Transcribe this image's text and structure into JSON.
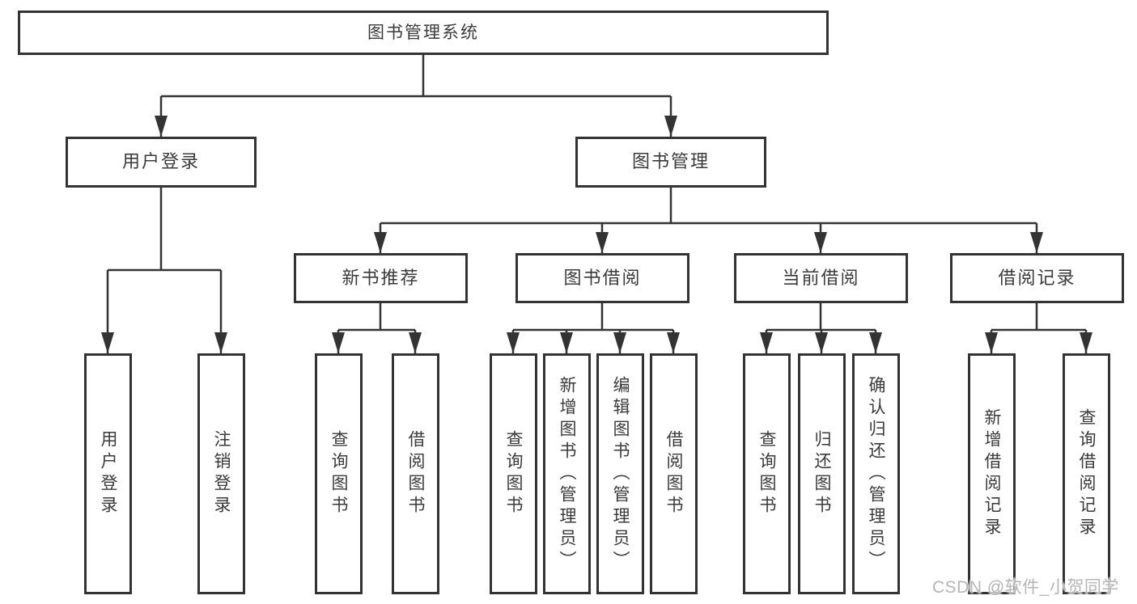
{
  "nodes": {
    "root": "图书管理系统",
    "level2": [
      "用户登录",
      "图书管理"
    ],
    "level3": [
      "新书推荐",
      "图书借阅",
      "当前借阅",
      "借阅记录"
    ],
    "leaves_user_login": [
      "用户登录",
      "注销登录"
    ],
    "leaves_new_books": [
      "查询图书",
      "借阅图书"
    ],
    "leaves_book_borrow": [
      "查询图书",
      "新增图书（管理员）",
      "编辑图书（管理员）",
      "借阅图书"
    ],
    "leaves_current_borrow": [
      "查询图书",
      "归还图书",
      "确认归还（管理员）"
    ],
    "leaves_records": [
      "新增借阅记录",
      "查询借阅记录"
    ]
  },
  "watermark": "CSDN @软件_小贺同学",
  "colors": {
    "line": "#333333",
    "box_border": "#333333",
    "text": "#3a3a3a",
    "background": "#ffffff",
    "watermark": "#b5b5b5"
  }
}
